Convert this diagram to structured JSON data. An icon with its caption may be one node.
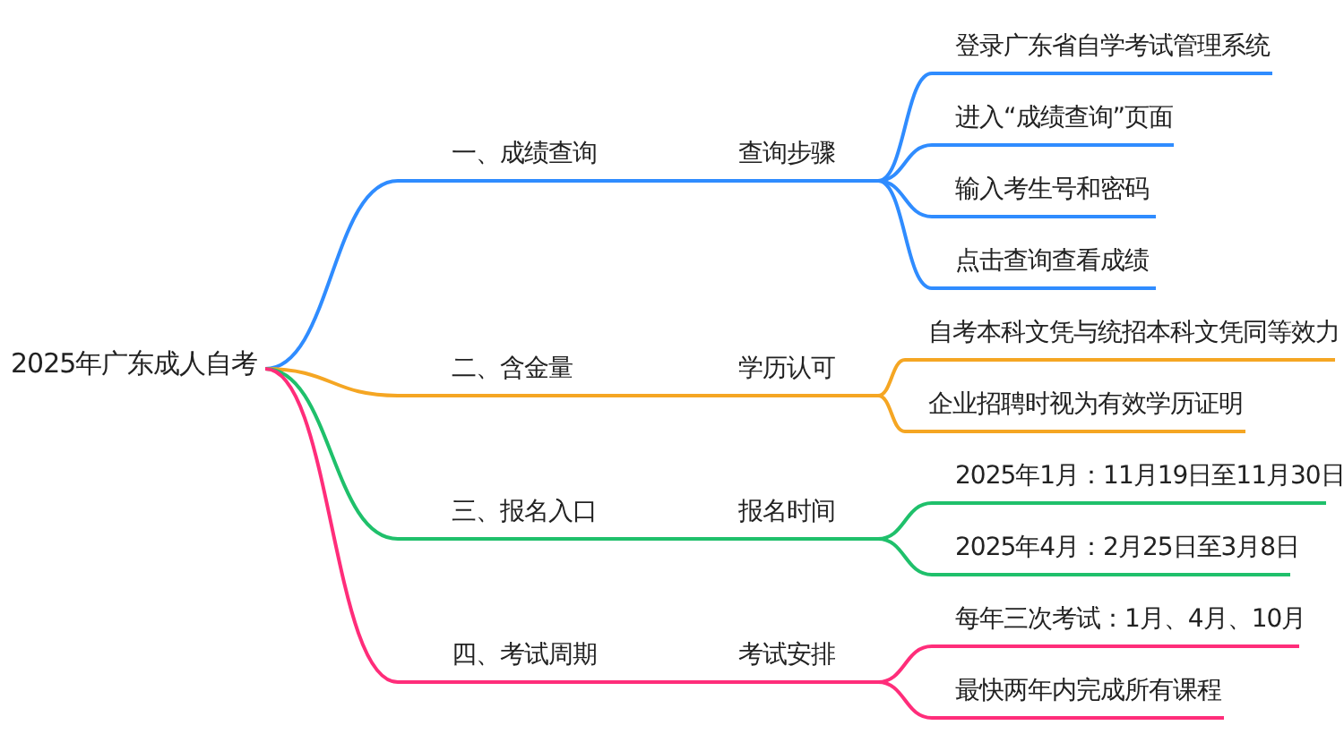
{
  "diagram": {
    "nodes": [
      {
        "text": [
          "2025年广东成人自考"
        ]
      },
      {
        "text": [
          "一、成绩查询"
        ]
      },
      {
        "text": [
          "查询步骤"
        ]
      },
      {
        "text": [
          "登录广东省自学考试管理系统"
        ]
      },
      {
        "text": [
          "进入“成绩查询”页面"
        ]
      },
      {
        "text": [
          "输入考生号和密码"
        ]
      },
      {
        "text": [
          "点击查询查看成绩"
        ]
      },
      {
        "text": [
          "二、含金量"
        ]
      },
      {
        "text": [
          "学历认可"
        ]
      },
      {
        "text": [
          "自考本科文凭与统招本科文凭同等效力"
        ]
      },
      {
        "text": [
          "企业招聘时视为有效学历证明"
        ]
      },
      {
        "text": [
          "三、报名入口"
        ]
      },
      {
        "text": [
          "报名时间"
        ]
      },
      {
        "text": [
          "2025年1月：11月19日至11月30日"
        ]
      },
      {
        "text": [
          "2025年4月：2月25日至3月8日"
        ]
      },
      {
        "text": [
          "四、考试周期"
        ]
      },
      {
        "text": [
          "考试安排"
        ]
      },
      {
        "text": [
          "每年三次考试：1月、4月、10月"
        ]
      },
      {
        "text": [
          "最快两年内完成所有课程"
        ]
      }
    ],
    "edges": [
      {
        "from": 0,
        "to": 1,
        "arrow": "none",
        "color": "#2f8cff"
      },
      {
        "from": 1,
        "to": 2,
        "arrow": "none",
        "color": "#2f8cff"
      },
      {
        "from": 2,
        "to": 3,
        "arrow": "none",
        "color": "#2f8cff"
      },
      {
        "from": 2,
        "to": 4,
        "arrow": "none",
        "color": "#2f8cff"
      },
      {
        "from": 2,
        "to": 5,
        "arrow": "none",
        "color": "#2f8cff"
      },
      {
        "from": 2,
        "to": 6,
        "arrow": "none",
        "color": "#2f8cff"
      },
      {
        "from": 0,
        "to": 7,
        "arrow": "none",
        "color": "#f5a623"
      },
      {
        "from": 7,
        "to": 8,
        "arrow": "none",
        "color": "#f5a623"
      },
      {
        "from": 8,
        "to": 9,
        "arrow": "none",
        "color": "#f5a623"
      },
      {
        "from": 8,
        "to": 10,
        "arrow": "none",
        "color": "#f5a623"
      },
      {
        "from": 0,
        "to": 11,
        "arrow": "none",
        "color": "#1fc06b"
      },
      {
        "from": 11,
        "to": 12,
        "arrow": "none",
        "color": "#1fc06b"
      },
      {
        "from": 12,
        "to": 13,
        "arrow": "none",
        "color": "#1fc06b"
      },
      {
        "from": 12,
        "to": 14,
        "arrow": "none",
        "color": "#1fc06b"
      },
      {
        "from": 0,
        "to": 15,
        "arrow": "none",
        "color": "#ff2d7a"
      },
      {
        "from": 15,
        "to": 16,
        "arrow": "none",
        "color": "#ff2d7a"
      },
      {
        "from": 16,
        "to": 17,
        "arrow": "none",
        "color": "#ff2d7a"
      },
      {
        "from": 16,
        "to": 18,
        "arrow": "none",
        "color": "#ff2d7a"
      }
    ]
  }
}
